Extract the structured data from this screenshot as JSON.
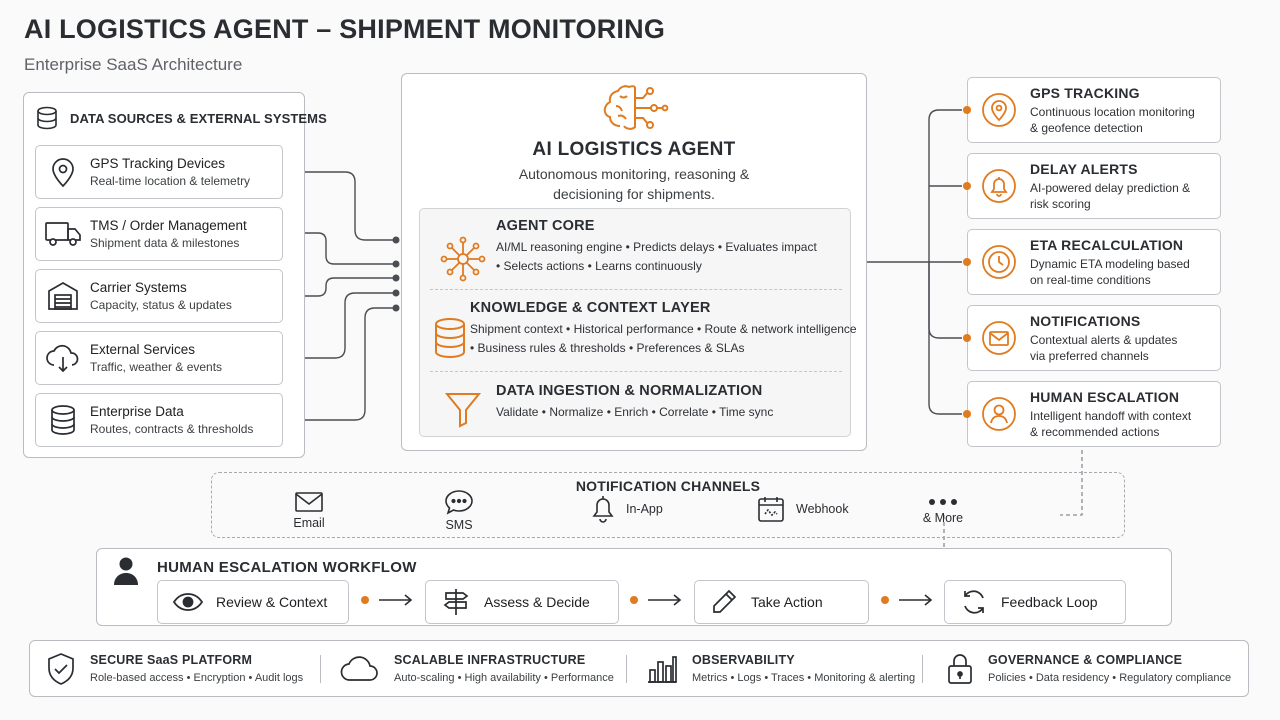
{
  "header": {
    "title": "AI LOGISTICS AGENT – SHIPMENT MONITORING",
    "subtitle": "Enterprise SaaS Architecture"
  },
  "colors": {
    "accent": "#e07b20",
    "line": "#4a4d52",
    "border": "#b9bcc0"
  },
  "data_sources": {
    "heading": "DATA SOURCES & EXTERNAL SYSTEMS",
    "heading_icon": "database-icon",
    "items": [
      {
        "title": "GPS Tracking Devices",
        "desc": "Real-time location & telemetry",
        "icon": "location-pin-icon"
      },
      {
        "title": "TMS / Order Management",
        "desc": "Shipment data & milestones",
        "icon": "truck-icon"
      },
      {
        "title": "Carrier Systems",
        "desc": "Capacity, status & updates",
        "icon": "warehouse-icon"
      },
      {
        "title": "External Services",
        "desc": "Traffic, weather & events",
        "icon": "cloud-icon"
      },
      {
        "title": "Enterprise Data",
        "desc": "Routes, contracts & thresholds",
        "icon": "database-icon"
      }
    ]
  },
  "agent": {
    "icon": "brain-network-icon",
    "title": "AI LOGISTICS AGENT",
    "desc_line1": "Autonomous monitoring, reasoning &",
    "desc_line2": "decisioning for shipments.",
    "layers": [
      {
        "title": "AGENT CORE",
        "line1": "AI/ML reasoning engine • Predicts delays • Evaluates impact",
        "line2": "• Selects actions • Learns continuously",
        "icon": "hub-network-icon"
      },
      {
        "title": "KNOWLEDGE & CONTEXT LAYER",
        "line1": "Shipment context • Historical performance • Route & network intelligence",
        "line2": "• Business rules & thresholds • Preferences & SLAs",
        "icon": "database-icon"
      },
      {
        "title": "DATA INGESTION & NORMALIZATION",
        "line1": "Validate • Normalize • Enrich • Correlate • Time sync",
        "line2": "",
        "icon": "funnel-icon"
      }
    ]
  },
  "outputs": [
    {
      "title": "GPS TRACKING",
      "line1": "Continuous location monitoring",
      "line2": "& geofence detection",
      "icon": "location-pin-icon"
    },
    {
      "title": "DELAY ALERTS",
      "line1": "AI-powered delay prediction &",
      "line2": "risk scoring",
      "icon": "bell-icon"
    },
    {
      "title": "ETA RECALCULATION",
      "line1": "Dynamic ETA modeling based",
      "line2": "on real-time conditions",
      "icon": "clock-icon"
    },
    {
      "title": "NOTIFICATIONS",
      "line1": "Contextual alerts & updates",
      "line2": "via preferred channels",
      "icon": "envelope-icon"
    },
    {
      "title": "HUMAN ESCALATION",
      "line1": "Intelligent handoff with context",
      "line2": "& recommended actions",
      "icon": "person-icon"
    }
  ],
  "notification_channels": {
    "title": "NOTIFICATION CHANNELS",
    "items": [
      {
        "label": "Email",
        "icon": "envelope-icon"
      },
      {
        "label": "SMS",
        "icon": "chat-bubble-icon"
      },
      {
        "label": "In-App",
        "icon": "bell-icon"
      },
      {
        "label": "Webhook",
        "icon": "calendar-webhook-icon"
      },
      {
        "label": "& More",
        "icon": "ellipsis-icon"
      }
    ]
  },
  "workflow": {
    "title": "HUMAN ESCALATION WORKFLOW",
    "icon": "person-icon",
    "steps": [
      {
        "label": "Review & Context",
        "icon": "eye-icon"
      },
      {
        "label": "Assess & Decide",
        "icon": "signpost-icon"
      },
      {
        "label": "Take Action",
        "icon": "pencil-icon"
      },
      {
        "label": "Feedback Loop",
        "icon": "refresh-icon"
      }
    ]
  },
  "platform": [
    {
      "title": "SECURE SaaS PLATFORM",
      "desc": "Role-based access • Encryption • Audit logs",
      "icon": "shield-check-icon"
    },
    {
      "title": "SCALABLE INFRASTRUCTURE",
      "desc": "Auto-scaling • High availability • Performance",
      "icon": "cloud-icon"
    },
    {
      "title": "OBSERVABILITY",
      "desc": "Metrics • Logs • Traces • Monitoring & alerting",
      "icon": "bar-chart-icon"
    },
    {
      "title": "GOVERNANCE & COMPLIANCE",
      "desc": "Policies • Data residency • Regulatory compliance",
      "icon": "lock-icon"
    }
  ]
}
